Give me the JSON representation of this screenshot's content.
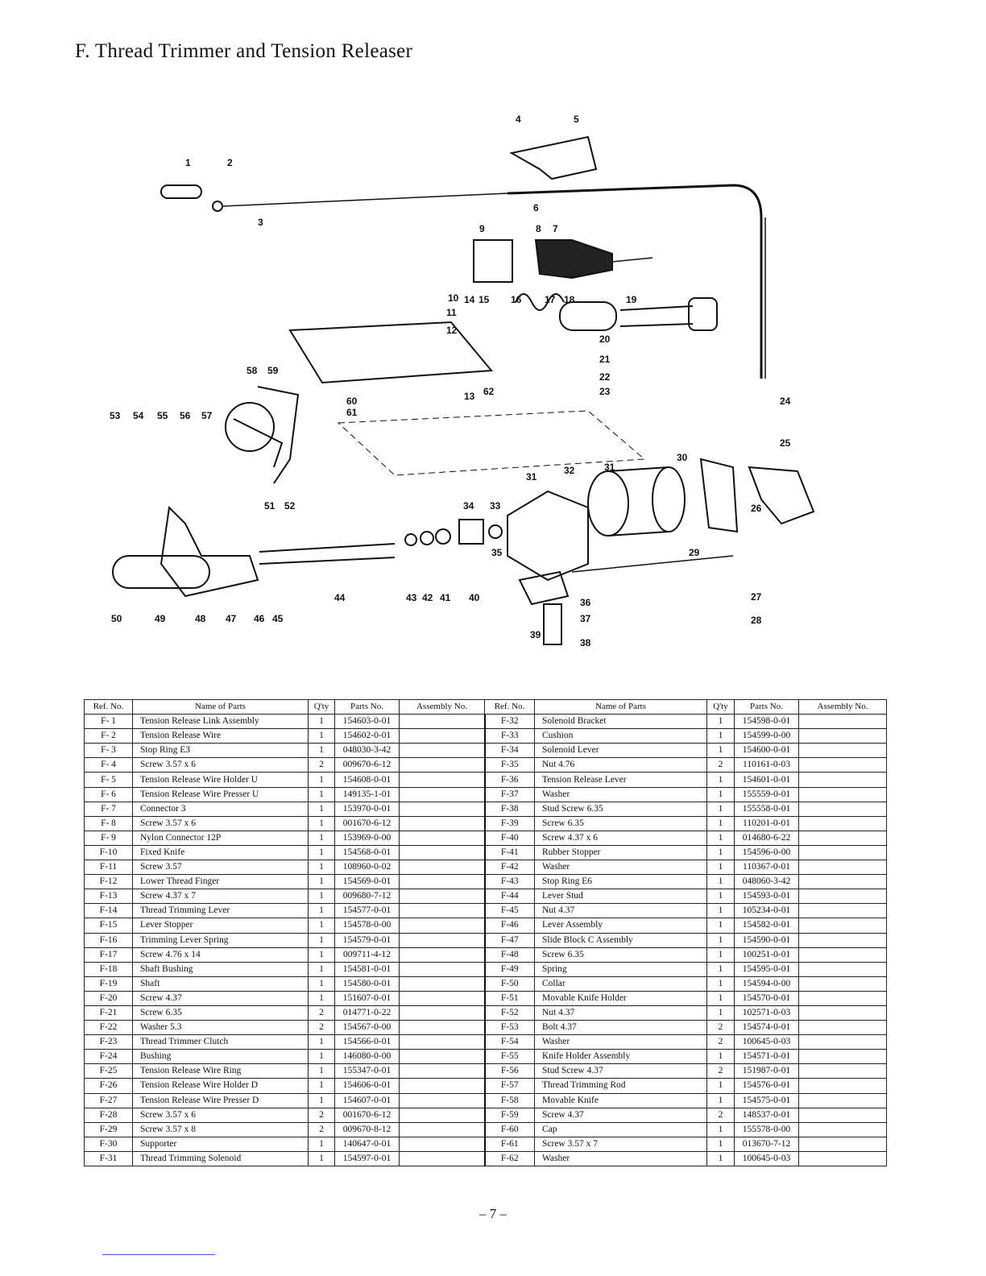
{
  "page": {
    "title": "F.  Thread Trimmer and Tension Releaser",
    "page_number": "– 7 –"
  },
  "diagram": {
    "callouts": [
      "1",
      "2",
      "3",
      "4",
      "5",
      "6",
      "7",
      "8",
      "9",
      "10",
      "11",
      "12",
      "13",
      "14",
      "15",
      "16",
      "17",
      "18",
      "19",
      "20",
      "21",
      "22",
      "23",
      "24",
      "25",
      "26",
      "27",
      "28",
      "29",
      "30",
      "31",
      "31",
      "32",
      "33",
      "34",
      "35",
      "36",
      "37",
      "38",
      "39",
      "40",
      "41",
      "42",
      "43",
      "44",
      "45",
      "46",
      "47",
      "48",
      "49",
      "50",
      "51",
      "52",
      "53",
      "54",
      "55",
      "56",
      "57",
      "58",
      "59",
      "60",
      "61",
      "62"
    ]
  },
  "table": {
    "headers": [
      "Ref. No.",
      "Name of Parts",
      "Q'ty",
      "Parts No.",
      "Assembly No."
    ],
    "left": [
      [
        "F- 1",
        "Tension Release Link Assembly",
        "1",
        "154603-0-01",
        ""
      ],
      [
        "F- 2",
        "Tension Release Wire",
        "1",
        "154602-0-01",
        ""
      ],
      [
        "F- 3",
        "Stop Ring E3",
        "1",
        "048030-3-42",
        ""
      ],
      [
        "F- 4",
        "Screw 3.57 x 6",
        "2",
        "009670-6-12",
        ""
      ],
      [
        "F- 5",
        "Tension Release Wire Holder U",
        "1",
        "154608-0-01",
        ""
      ],
      [
        "F- 6",
        "Tension Release Wire Presser U",
        "1",
        "149135-1-01",
        ""
      ],
      [
        "F- 7",
        "Connector 3",
        "1",
        "153970-0-01",
        ""
      ],
      [
        "F- 8",
        "Screw 3.57 x 6",
        "1",
        "001670-6-12",
        ""
      ],
      [
        "F- 9",
        "Nylon Connector 12P",
        "1",
        "153969-0-00",
        ""
      ],
      [
        "F-10",
        "Fixed Knife",
        "1",
        "154568-0-01",
        ""
      ],
      [
        "F-11",
        "Screw 3.57",
        "1",
        "108960-0-02",
        ""
      ],
      [
        "F-12",
        "Lower Thread Finger",
        "1",
        "154569-0-01",
        ""
      ],
      [
        "F-13",
        "Screw 4.37 x 7",
        "1",
        "009680-7-12",
        ""
      ],
      [
        "F-14",
        "Thread Trimming Lever",
        "1",
        "154577-0-01",
        ""
      ],
      [
        "F-15",
        "Lever Stopper",
        "1",
        "154578-0-00",
        ""
      ],
      [
        "F-16",
        "Trimming Lever Spring",
        "1",
        "154579-0-01",
        ""
      ],
      [
        "F-17",
        "Screw 4.76 x 14",
        "1",
        "009711-4-12",
        ""
      ],
      [
        "F-18",
        "Shaft Bushing",
        "1",
        "154581-0-01",
        ""
      ],
      [
        "F-19",
        "Shaft",
        "1",
        "154580-0-01",
        ""
      ],
      [
        "F-20",
        "Screw 4.37",
        "1",
        "151607-0-01",
        ""
      ],
      [
        "F-21",
        "Screw 6.35",
        "2",
        "014771-0-22",
        ""
      ],
      [
        "F-22",
        "Washer 5.3",
        "2",
        "154567-0-00",
        ""
      ],
      [
        "F-23",
        "Thread Trimmer Clutch",
        "1",
        "154566-0-01",
        ""
      ],
      [
        "F-24",
        "Bushing",
        "1",
        "146080-0-00",
        ""
      ],
      [
        "F-25",
        "Tension Release Wire Ring",
        "1",
        "155347-0-01",
        ""
      ],
      [
        "F-26",
        "Tension Release Wire Holder D",
        "1",
        "154606-0-01",
        ""
      ],
      [
        "F-27",
        "Tension Release Wire Presser D",
        "1",
        "154607-0-01",
        ""
      ],
      [
        "F-28",
        "Screw 3.57 x 6",
        "2",
        "001670-6-12",
        ""
      ],
      [
        "F-29",
        "Screw 3.57 x 8",
        "2",
        "009670-8-12",
        ""
      ],
      [
        "F-30",
        "Supporter",
        "1",
        "140647-0-01",
        ""
      ],
      [
        "F-31",
        "Thread Trimming Solenoid",
        "1",
        "154597-0-01",
        ""
      ]
    ],
    "right": [
      [
        "F-32",
        "Solenoid Bracket",
        "1",
        "154598-0-01",
        ""
      ],
      [
        "F-33",
        "Cushion",
        "1",
        "154599-0-00",
        ""
      ],
      [
        "F-34",
        "Solenoid Lever",
        "1",
        "154600-0-01",
        ""
      ],
      [
        "F-35",
        "Nut 4.76",
        "2",
        "110161-0-03",
        ""
      ],
      [
        "F-36",
        "Tension Release Lever",
        "1",
        "154601-0-01",
        ""
      ],
      [
        "F-37",
        "Washer",
        "1",
        "155559-0-01",
        ""
      ],
      [
        "F-38",
        "Stud Screw 6.35",
        "1",
        "155558-0-01",
        ""
      ],
      [
        "F-39",
        "Screw 6.35",
        "1",
        "110201-0-01",
        ""
      ],
      [
        "F-40",
        "Screw 4.37 x 6",
        "1",
        "014680-6-22",
        ""
      ],
      [
        "F-41",
        "Rubber Stopper",
        "1",
        "154596-0-00",
        ""
      ],
      [
        "F-42",
        "Washer",
        "1",
        "110367-0-01",
        ""
      ],
      [
        "F-43",
        "Stop Ring E6",
        "1",
        "048060-3-42",
        ""
      ],
      [
        "F-44",
        "Lever Stud",
        "1",
        "154593-0-01",
        ""
      ],
      [
        "F-45",
        "Nut 4.37",
        "1",
        "105234-0-01",
        ""
      ],
      [
        "F-46",
        "Lever Assembly",
        "1",
        "154582-0-01",
        ""
      ],
      [
        "F-47",
        "Slide Block C Assembly",
        "1",
        "154590-0-01",
        ""
      ],
      [
        "F-48",
        "Screw 6.35",
        "1",
        "100251-0-01",
        ""
      ],
      [
        "F-49",
        "Spring",
        "1",
        "154595-0-01",
        ""
      ],
      [
        "F-50",
        "Collar",
        "1",
        "154594-0-00",
        ""
      ],
      [
        "F-51",
        "Movable Knife Holder",
        "1",
        "154570-0-01",
        ""
      ],
      [
        "F-52",
        "Nut 4.37",
        "1",
        "102571-0-03",
        ""
      ],
      [
        "F-53",
        "Bolt 4.37",
        "2",
        "154574-0-01",
        ""
      ],
      [
        "F-54",
        "Washer",
        "2",
        "100645-0-03",
        ""
      ],
      [
        "F-55",
        "Knife Holder Assembly",
        "1",
        "154571-0-01",
        ""
      ],
      [
        "F-56",
        "Stud Screw 4.37",
        "2",
        "151987-0-01",
        ""
      ],
      [
        "F-57",
        "Thread Trimming Rod",
        "1",
        "154576-0-01",
        ""
      ],
      [
        "F-58",
        "Movable Knife",
        "1",
        "154575-0-01",
        ""
      ],
      [
        "F-59",
        "Screw 4.37",
        "2",
        "148537-0-01",
        ""
      ],
      [
        "F-60",
        "Cap",
        "1",
        "155578-0-00",
        ""
      ],
      [
        "F-61",
        "Screw 3.57 x 7",
        "1",
        "013670-7-12",
        ""
      ],
      [
        "F-62",
        "Washer",
        "1",
        "100645-0-03",
        ""
      ]
    ]
  }
}
